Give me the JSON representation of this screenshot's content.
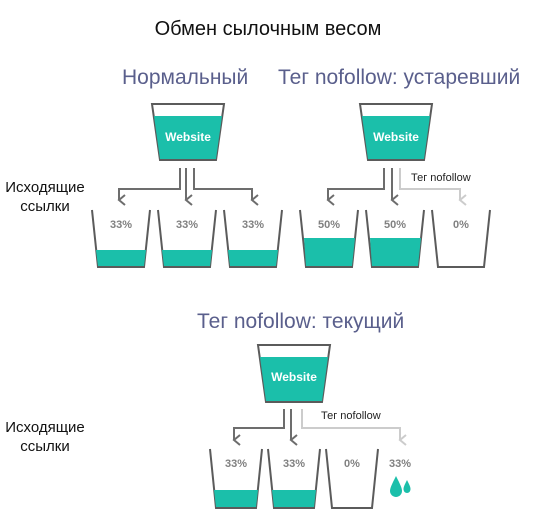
{
  "title": "Обмен сылочным весом",
  "sections": {
    "normal": {
      "title": "Нормальный",
      "source_label": "Website",
      "cups": [
        "33%",
        "33%",
        "33%"
      ],
      "cup_fill": [
        0.25,
        0.25,
        0.25
      ]
    },
    "nofollow_old": {
      "title": "Тег nofollow: устаревший",
      "source_label": "Website",
      "nofollow_label": "Тег nofollow",
      "cups": [
        "50%",
        "50%",
        "0%"
      ],
      "cup_fill": [
        0.45,
        0.45,
        0
      ]
    },
    "nofollow_current": {
      "title": "Тег nofollow: текущий",
      "source_label": "Website",
      "nofollow_label": "Тег nofollow",
      "cups": [
        "33%",
        "33%",
        "0%",
        "33%"
      ],
      "cup_fill": [
        0.25,
        0.25,
        0
      ]
    }
  },
  "outgoing_label_1": "Исходящие",
  "outgoing_label_2": "ссылки",
  "colors": {
    "water": "#1bbfaa",
    "glass": "#5b5b5b",
    "title": "#5a5f8c",
    "arrow": "#6d6d6d",
    "arrow_faded": "#cccccc"
  },
  "icons": {
    "leak": "water-drop-icon"
  }
}
